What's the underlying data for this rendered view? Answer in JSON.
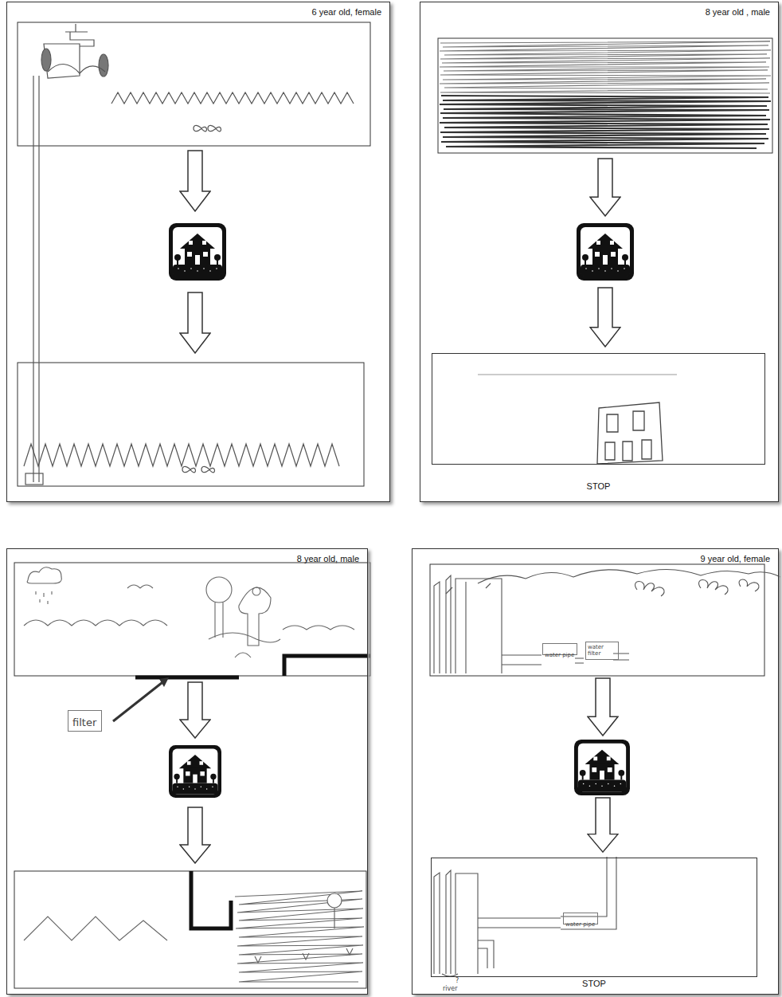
{
  "diagram": {
    "nodes": [
      {
        "text": [
          "6 year old, female"
        ]
      },
      {
        "text": [
          "8 year old , male"
        ]
      },
      {
        "text": [
          "STOP"
        ],
        "in": 1
      },
      {
        "text": [
          "8 year old, male"
        ]
      },
      {
        "text": [
          "filter"
        ],
        "in": 3
      },
      {
        "text": [
          "9 year old, female"
        ]
      },
      {
        "text": [
          "water pipe"
        ],
        "in": 5
      },
      {
        "text": [
          "water filter"
        ],
        "in": 5
      },
      {
        "text": [
          "STOP"
        ],
        "in": 5
      },
      {
        "text": [
          "water pipe"
        ],
        "in": 8
      }
    ],
    "labels": [
      "?",
      "river"
    ]
  }
}
